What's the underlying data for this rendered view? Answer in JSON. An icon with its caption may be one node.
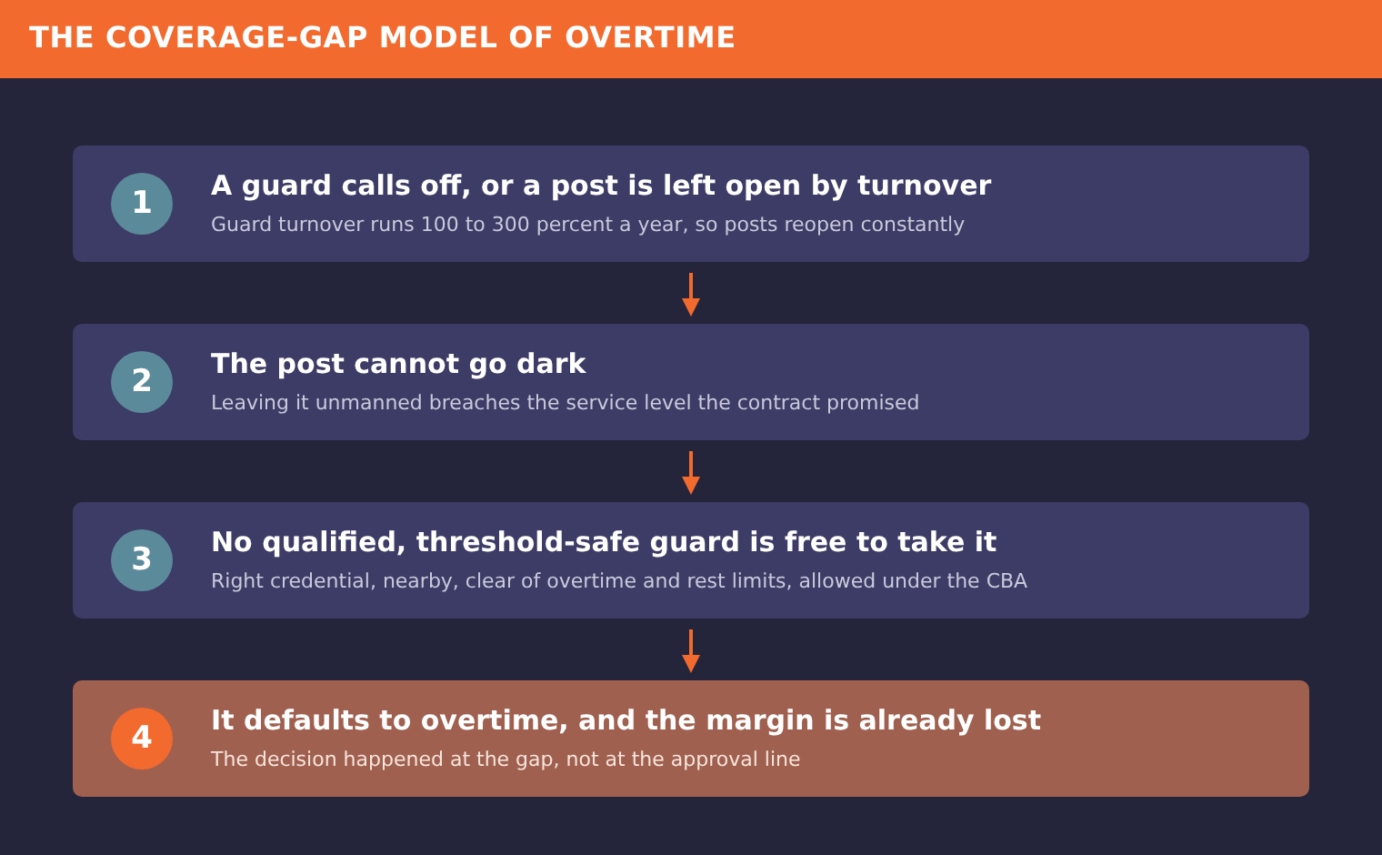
{
  "diagram": {
    "title": "THE COVERAGE-GAP MODEL OF OVERTIME",
    "nodes": [
      {
        "text": [
          "1",
          "A guard calls off, or a post is left open by turnover",
          "Guard turnover runs 100 to 300 percent a year, so posts reopen constantly"
        ]
      },
      {
        "text": [
          "2",
          "The post cannot go dark",
          "Leaving it unmanned breaches the service level the contract promised"
        ]
      },
      {
        "text": [
          "3",
          "No qualified, threshold-safe guard is free to take it",
          "Right credential, nearby, clear of overtime and rest limits, allowed under the CBA"
        ]
      },
      {
        "text": [
          "4",
          "It defaults to overtime, and the margin is already lost",
          "The decision happened at the gap, not at the approval line"
        ]
      }
    ],
    "edges": [
      {
        "from": 0,
        "to": 1,
        "arrow": "to"
      },
      {
        "from": 1,
        "to": 2,
        "arrow": "to"
      },
      {
        "from": 2,
        "to": 3,
        "arrow": "to"
      }
    ]
  }
}
